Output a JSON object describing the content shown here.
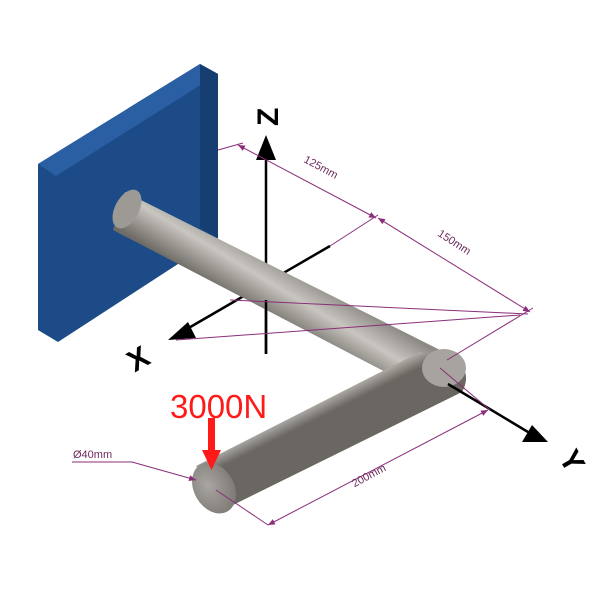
{
  "axes": {
    "z": "Z",
    "x": "X",
    "y": "Y"
  },
  "dimensions": {
    "d1": "125mm",
    "d2": "150mm",
    "d3": "200mm",
    "diameter": "Ø40mm"
  },
  "load": {
    "label": "3000N"
  },
  "colors": {
    "wall": "#1f4f8f",
    "rod": "#9a9690",
    "dimension": "#8a2e7a",
    "force": "#ff1a1a",
    "axis": "#000000"
  }
}
